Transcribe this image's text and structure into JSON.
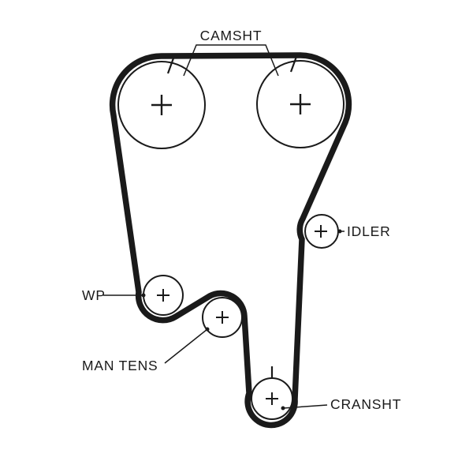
{
  "diagram": {
    "labels": {
      "camshaft": "CAMSHT",
      "idler": "IDLER",
      "water_pump": "WP",
      "manual_tensioner": "MAN TENS",
      "crankshaft": "CRANSHT"
    },
    "colors": {
      "line": "#1a1a1a",
      "belt": "#1a1a1a",
      "background": "#ffffff"
    }
  }
}
